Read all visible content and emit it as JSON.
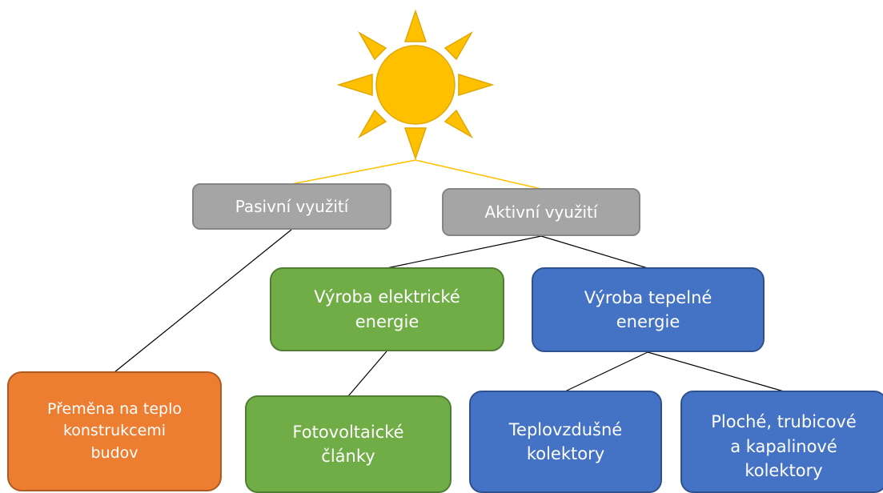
{
  "sun": {
    "color": "#ffc000",
    "stroke": "#e0a800"
  },
  "nodes": {
    "pasivni": {
      "label": "Pasivní využití",
      "color": "#a5a5a5"
    },
    "aktivni": {
      "label": "Aktivní využití",
      "color": "#a5a5a5"
    },
    "elektricke": {
      "label": "Výroba elektrické\nenergie",
      "color": "#70ad47"
    },
    "tepelne": {
      "label": "Výroba tepelné\nenergie",
      "color": "#4472c4"
    },
    "premena": {
      "label": "Přeměna na teplo\nkonstrukcemi\nbudov",
      "color": "#ed7d31"
    },
    "fotovoltaicke": {
      "label": "Fotovoltaické\nčlánky",
      "color": "#70ad47"
    },
    "teplovzdusne": {
      "label": "Teplovzdušné\nkolektory",
      "color": "#4472c4"
    },
    "ploche": {
      "label": "Ploché, trubicové\na kapalinové\nkolektory",
      "color": "#4472c4"
    }
  },
  "connectors": {
    "sun_color": "#ffc000",
    "tree_color": "#000000"
  }
}
